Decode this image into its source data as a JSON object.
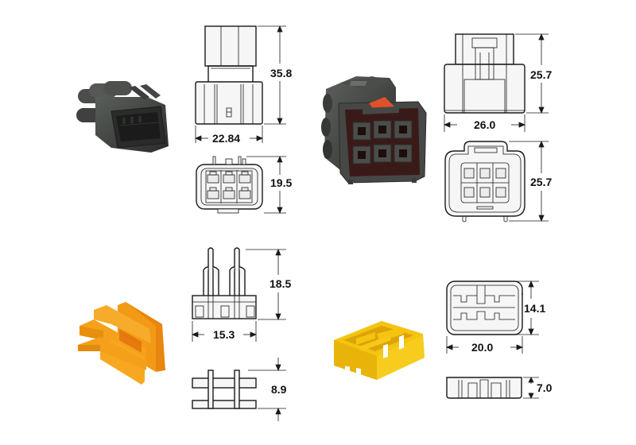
{
  "figure": {
    "background": "#ffffff",
    "line_color": "#1a1a1a",
    "colors": {
      "connector_body": "#3c3f3c",
      "connector_shadow": "#232523",
      "female_interior": "#3a1a18",
      "latch_red": "#e0502a",
      "retainer_orange": "#f5a21a",
      "retainer_yellow": "#f4c40e",
      "drawing_fill": "#f4f4f4"
    }
  },
  "components": [
    {
      "id": "male-connector",
      "description": "6-pin male connector housing (dark grey)",
      "dimensions": {
        "height": "35.8",
        "width": "22.84",
        "face_height": "19.5"
      }
    },
    {
      "id": "female-connector",
      "description": "6-pin female connector housing (dark grey with red latch)",
      "dimensions": {
        "side_height": "25.7",
        "width": "26.0",
        "face_height": "25.7"
      }
    },
    {
      "id": "male-retainer",
      "description": "Orange terminal position assurance retainer",
      "dimensions": {
        "height": "18.5",
        "width": "15.3",
        "depth": "8.9"
      }
    },
    {
      "id": "female-retainer",
      "description": "Yellow terminal retainer frame",
      "dimensions": {
        "height": "14.1",
        "width": "20.0",
        "depth": "7.0"
      }
    }
  ]
}
